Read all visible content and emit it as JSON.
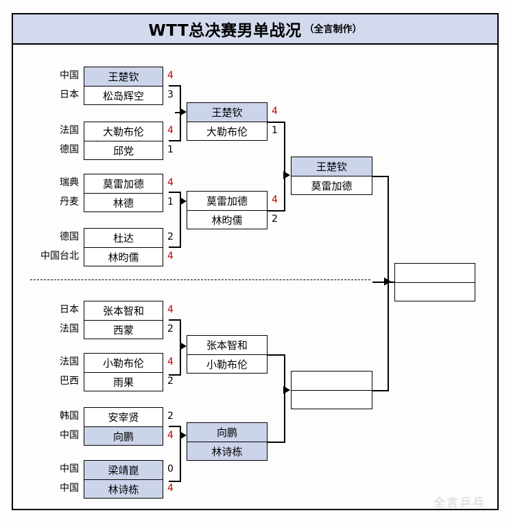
{
  "title": {
    "main": "WTT总决赛男单战况",
    "sub": "（全言制作）"
  },
  "watermark": "全言乒乓",
  "colors": {
    "highlight": "#ccd4ea",
    "title_bg": "#d3daee",
    "winner_score": "#c00000",
    "border": "#000000"
  },
  "round16": [
    {
      "country": "中国",
      "player": "王楚钦",
      "score": "4",
      "winner": true,
      "highlight": true
    },
    {
      "country": "日本",
      "player": "松岛辉空",
      "score": "3",
      "winner": false,
      "highlight": false
    },
    {
      "country": "法国",
      "player": "大勒布伦",
      "score": "4",
      "winner": true,
      "highlight": false
    },
    {
      "country": "德国",
      "player": "邱党",
      "score": "1",
      "winner": false,
      "highlight": false
    },
    {
      "country": "瑞典",
      "player": "莫雷加德",
      "score": "4",
      "winner": true,
      "highlight": false
    },
    {
      "country": "丹麦",
      "player": "林德",
      "score": "1",
      "winner": false,
      "highlight": false
    },
    {
      "country": "德国",
      "player": "杜达",
      "score": "2",
      "winner": false,
      "highlight": false
    },
    {
      "country": "中国台北",
      "player": "林昀儒",
      "score": "4",
      "winner": true,
      "highlight": false
    },
    {
      "country": "日本",
      "player": "张本智和",
      "score": "4",
      "winner": true,
      "highlight": false
    },
    {
      "country": "法国",
      "player": "西蒙",
      "score": "2",
      "winner": false,
      "highlight": false
    },
    {
      "country": "法国",
      "player": "小勒布伦",
      "score": "4",
      "winner": true,
      "highlight": false
    },
    {
      "country": "巴西",
      "player": "雨果",
      "score": "2",
      "winner": false,
      "highlight": false
    },
    {
      "country": "韩国",
      "player": "安宰贤",
      "score": "2",
      "winner": false,
      "highlight": false
    },
    {
      "country": "中国",
      "player": "向鹏",
      "score": "4",
      "winner": true,
      "highlight": true
    },
    {
      "country": "中国",
      "player": "梁靖崑",
      "score": "0",
      "winner": false,
      "highlight": true
    },
    {
      "country": "中国",
      "player": "林诗栋",
      "score": "4",
      "winner": true,
      "highlight": true
    }
  ],
  "quarterfinals": [
    {
      "player": "王楚钦",
      "score": "4",
      "winner": true,
      "highlight": true
    },
    {
      "player": "大勒布伦",
      "score": "1",
      "winner": false,
      "highlight": false
    },
    {
      "player": "莫雷加德",
      "score": "4",
      "winner": true,
      "highlight": false
    },
    {
      "player": "林昀儒",
      "score": "2",
      "winner": false,
      "highlight": false
    },
    {
      "player": "张本智和",
      "score": "",
      "winner": false,
      "highlight": false
    },
    {
      "player": "小勒布伦",
      "score": "",
      "winner": false,
      "highlight": false
    },
    {
      "player": "向鹏",
      "score": "",
      "winner": false,
      "highlight": true
    },
    {
      "player": "林诗栋",
      "score": "",
      "winner": false,
      "highlight": true
    }
  ],
  "semifinals": [
    {
      "player": "王楚钦",
      "score": "",
      "winner": false,
      "highlight": true
    },
    {
      "player": "莫雷加德",
      "score": "",
      "winner": false,
      "highlight": false
    },
    {
      "player": "",
      "score": "",
      "winner": false,
      "highlight": false
    },
    {
      "player": "",
      "score": "",
      "winner": false,
      "highlight": false
    }
  ],
  "final": [
    {
      "player": "",
      "score": "",
      "winner": false,
      "highlight": false
    },
    {
      "player": "",
      "score": "",
      "winner": false,
      "highlight": false
    }
  ]
}
